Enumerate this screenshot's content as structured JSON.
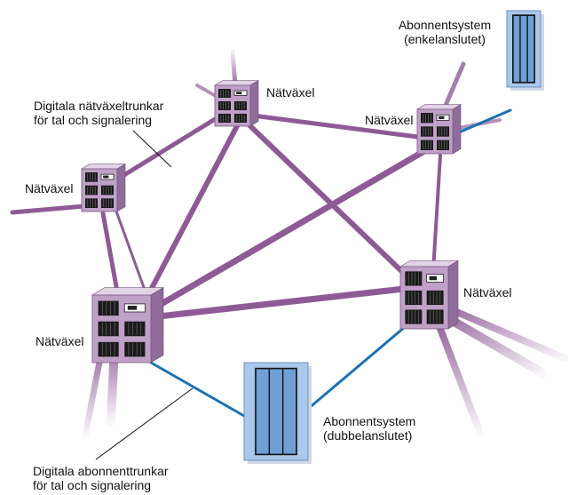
{
  "diagram": {
    "switches": [
      {
        "id": "sw_top",
        "label": "Nätväxel"
      },
      {
        "id": "sw_right_top",
        "label": "Nätväxel"
      },
      {
        "id": "sw_left",
        "label": "Nätväxel"
      },
      {
        "id": "sw_big_left",
        "label": "Nätväxel"
      },
      {
        "id": "sw_right",
        "label": "Nätväxel"
      }
    ],
    "subscriber_systems": [
      {
        "id": "sub_single",
        "line1": "Abonnentsystem",
        "line2": "(enkelanslutet)"
      },
      {
        "id": "sub_double",
        "line1": "Abonnentsystem",
        "line2": "(dubbelanslutet)"
      }
    ],
    "annotations": {
      "network_trunks": {
        "line1": "Digitala nätväxeltrunkar",
        "line2": "för tal och signalering"
      },
      "subscriber_trunks": {
        "line1": "Digitala abonnenttrunkar",
        "line2": "för tal och signalering"
      }
    },
    "colors": {
      "trunk": "#8e5a96",
      "trunk_faint": "#c9aecd",
      "subscriber_link": "#1a72b4",
      "switch_front": "#bfa0c7",
      "switch_side": "#8f6c99",
      "switch_top": "#e3d3e7",
      "subscriber_box": "#6f9fd4",
      "subscriber_box_light": "#a9c8ea"
    }
  }
}
